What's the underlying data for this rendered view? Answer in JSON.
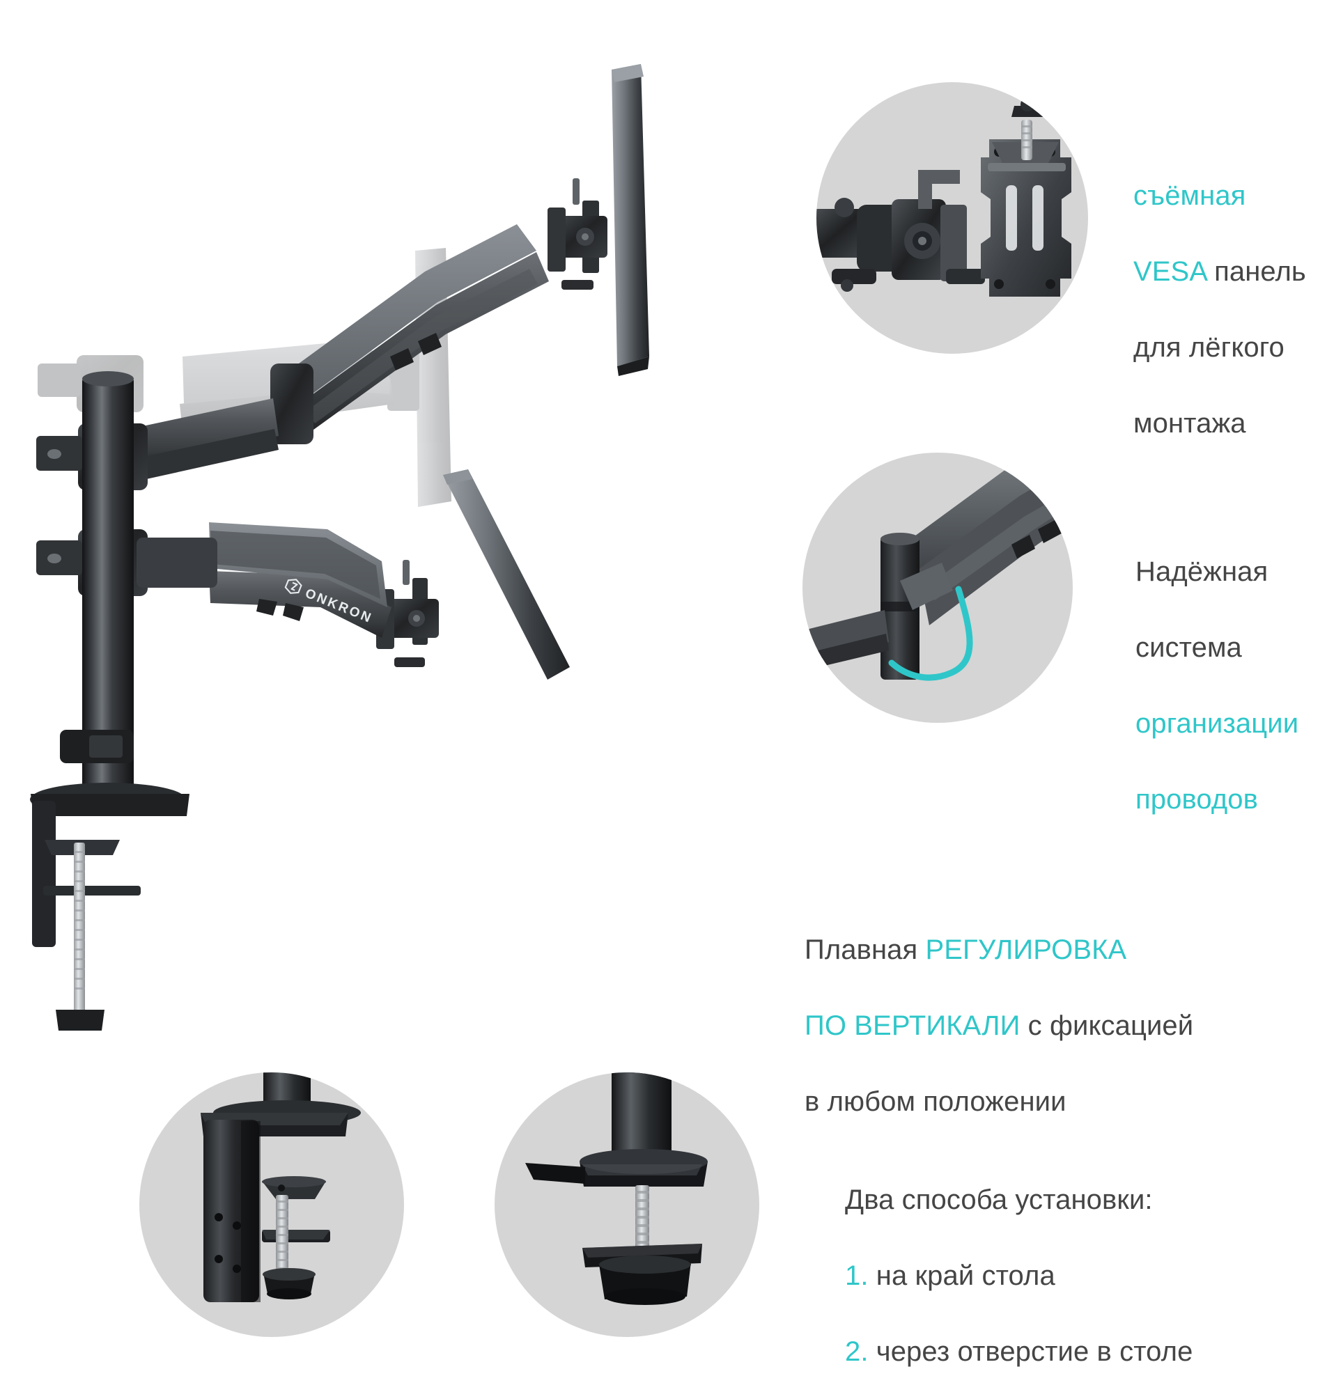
{
  "page": {
    "language": "ru",
    "background_color": "#ffffff",
    "product_brand": "ONKRON",
    "product_type": "desk monitor mount / gas-spring monitor arm",
    "accent_color": "#2FC6C9",
    "text_color": "#454545",
    "circle_background_color": "#D5D5D5"
  },
  "brand_logo": {
    "wordmark": "ONKRON",
    "mark": "hexagon-cube-icon"
  },
  "callouts": [
    {
      "id": "vesa",
      "image_caption": "detachable VESA plate and tilt head inside grey circle",
      "lines": [
        {
          "text": "съёмная",
          "accent": true
        },
        {
          "text": "VESA",
          "accent": true,
          "suffix": " панель",
          "suffix_accent": false
        },
        {
          "text": "для лёгкого",
          "accent": false
        },
        {
          "text": "монтажа",
          "accent": false
        }
      ],
      "plain_text": "съёмная VESA панель для лёгкого монтажа"
    },
    {
      "id": "cable",
      "image_caption": "arm joint with teal cable routed through cable channel",
      "lines": [
        {
          "text": "Надёжная",
          "accent": false
        },
        {
          "text": "система",
          "accent": false
        },
        {
          "text": "организации",
          "accent": true
        },
        {
          "text": "проводов",
          "accent": true
        }
      ],
      "plain_text": "Надёжная система организации проводов"
    },
    {
      "id": "vertical",
      "image_caption": "no circle - text beside main product render",
      "lines": [
        {
          "text": "Плавная ",
          "accent": false,
          "accent_part": "РЕГУЛИРОВКА"
        },
        {
          "text": "ПО ВЕРТИКАЛИ",
          "accent": true,
          "suffix": " с фиксацией"
        },
        {
          "text": "в любом положении",
          "accent": false
        }
      ],
      "plain_text": "Плавная РЕГУЛИРОВКА ПО ВЕРТИКАЛИ с фиксацией в любом положении"
    },
    {
      "id": "mounting",
      "image_caption": "two grey circles: C-clamp on desk edge and grommet through desk hole",
      "heading": "Два способа установки:",
      "items": [
        {
          "number": "1.",
          "text": " на край стола"
        },
        {
          "number": "2.",
          "text": " через отверстие в столе"
        }
      ],
      "plain_text": "Два способа установки: 1. на край стола 2. через отверстие в столе"
    }
  ],
  "product_render": {
    "description": "Side view of a gas-spring desk monitor arm clamped to a desk edge, shown in three vertical positions (raised black, middle ghosted, lowered black) demonstrating vertical travel range",
    "positions": [
      "raised",
      "middle-ghost",
      "lowered"
    ],
    "monitor_positions": [
      "upper-black",
      "middle-ghost",
      "lower-black-tilted"
    ]
  }
}
